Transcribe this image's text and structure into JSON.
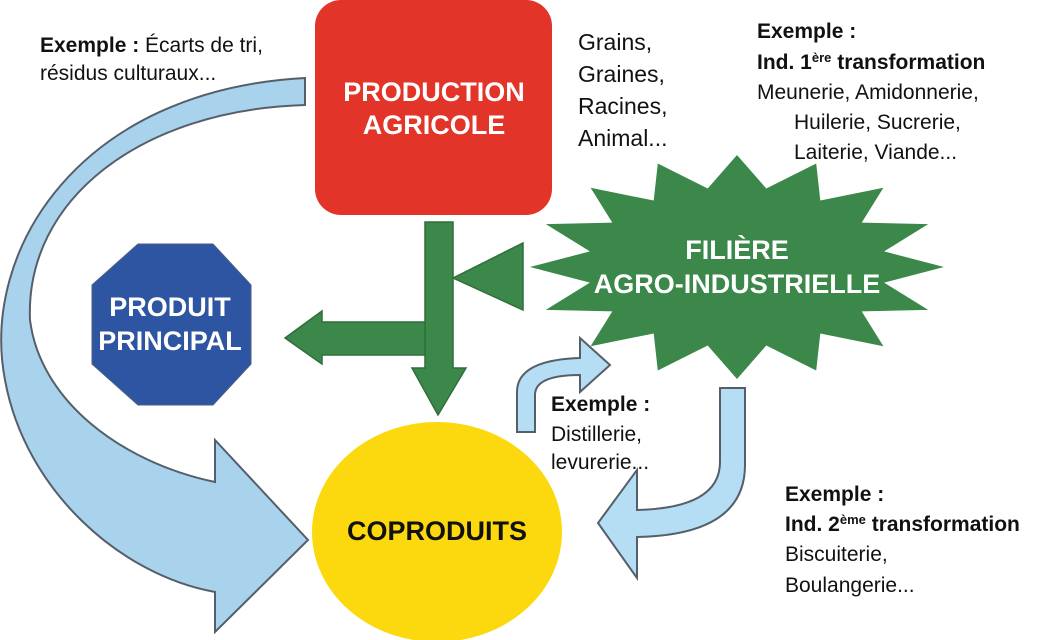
{
  "colors": {
    "production": "#e3342a",
    "produit": "#2d55a2",
    "filiere": "#3c884a",
    "coproduits": "#fcd90f",
    "flow_arrow": "#b5ddf3",
    "green_arrow": "#3c884a"
  },
  "nodes": {
    "production": [
      "PRODUCTION",
      "AGRICOLE"
    ],
    "produit": [
      "PRODUIT",
      "PRINCIPAL"
    ],
    "filiere": [
      "FILIÈRE",
      "AGRO-INDUSTRIELLE"
    ],
    "coproduits": "COPRODUITS"
  },
  "annotations": {
    "tri": {
      "label": "Exemple :",
      "text": " Écarts de tri,",
      "line2": "résidus culturaux..."
    },
    "raw": [
      "Grains,",
      "Graines,",
      "Racines,",
      "Animal..."
    ],
    "first": {
      "label": "Exemple :",
      "ind_prefix": "Ind. 1",
      "ind_sup": "ère",
      "ind_suffix": " transformation",
      "lines": [
        "Meunerie, Amidonnerie,",
        "Huilerie, Sucrerie,",
        "Laiterie, Viande..."
      ]
    },
    "distill": {
      "label": "Exemple :",
      "lines": [
        "Distillerie,",
        "levurerie..."
      ]
    },
    "second": {
      "label": "Exemple :",
      "ind_prefix": "Ind. 2",
      "ind_sup": "ème",
      "ind_suffix": " transformation",
      "lines": [
        "Biscuiterie,",
        "Boulangerie..."
      ]
    }
  }
}
